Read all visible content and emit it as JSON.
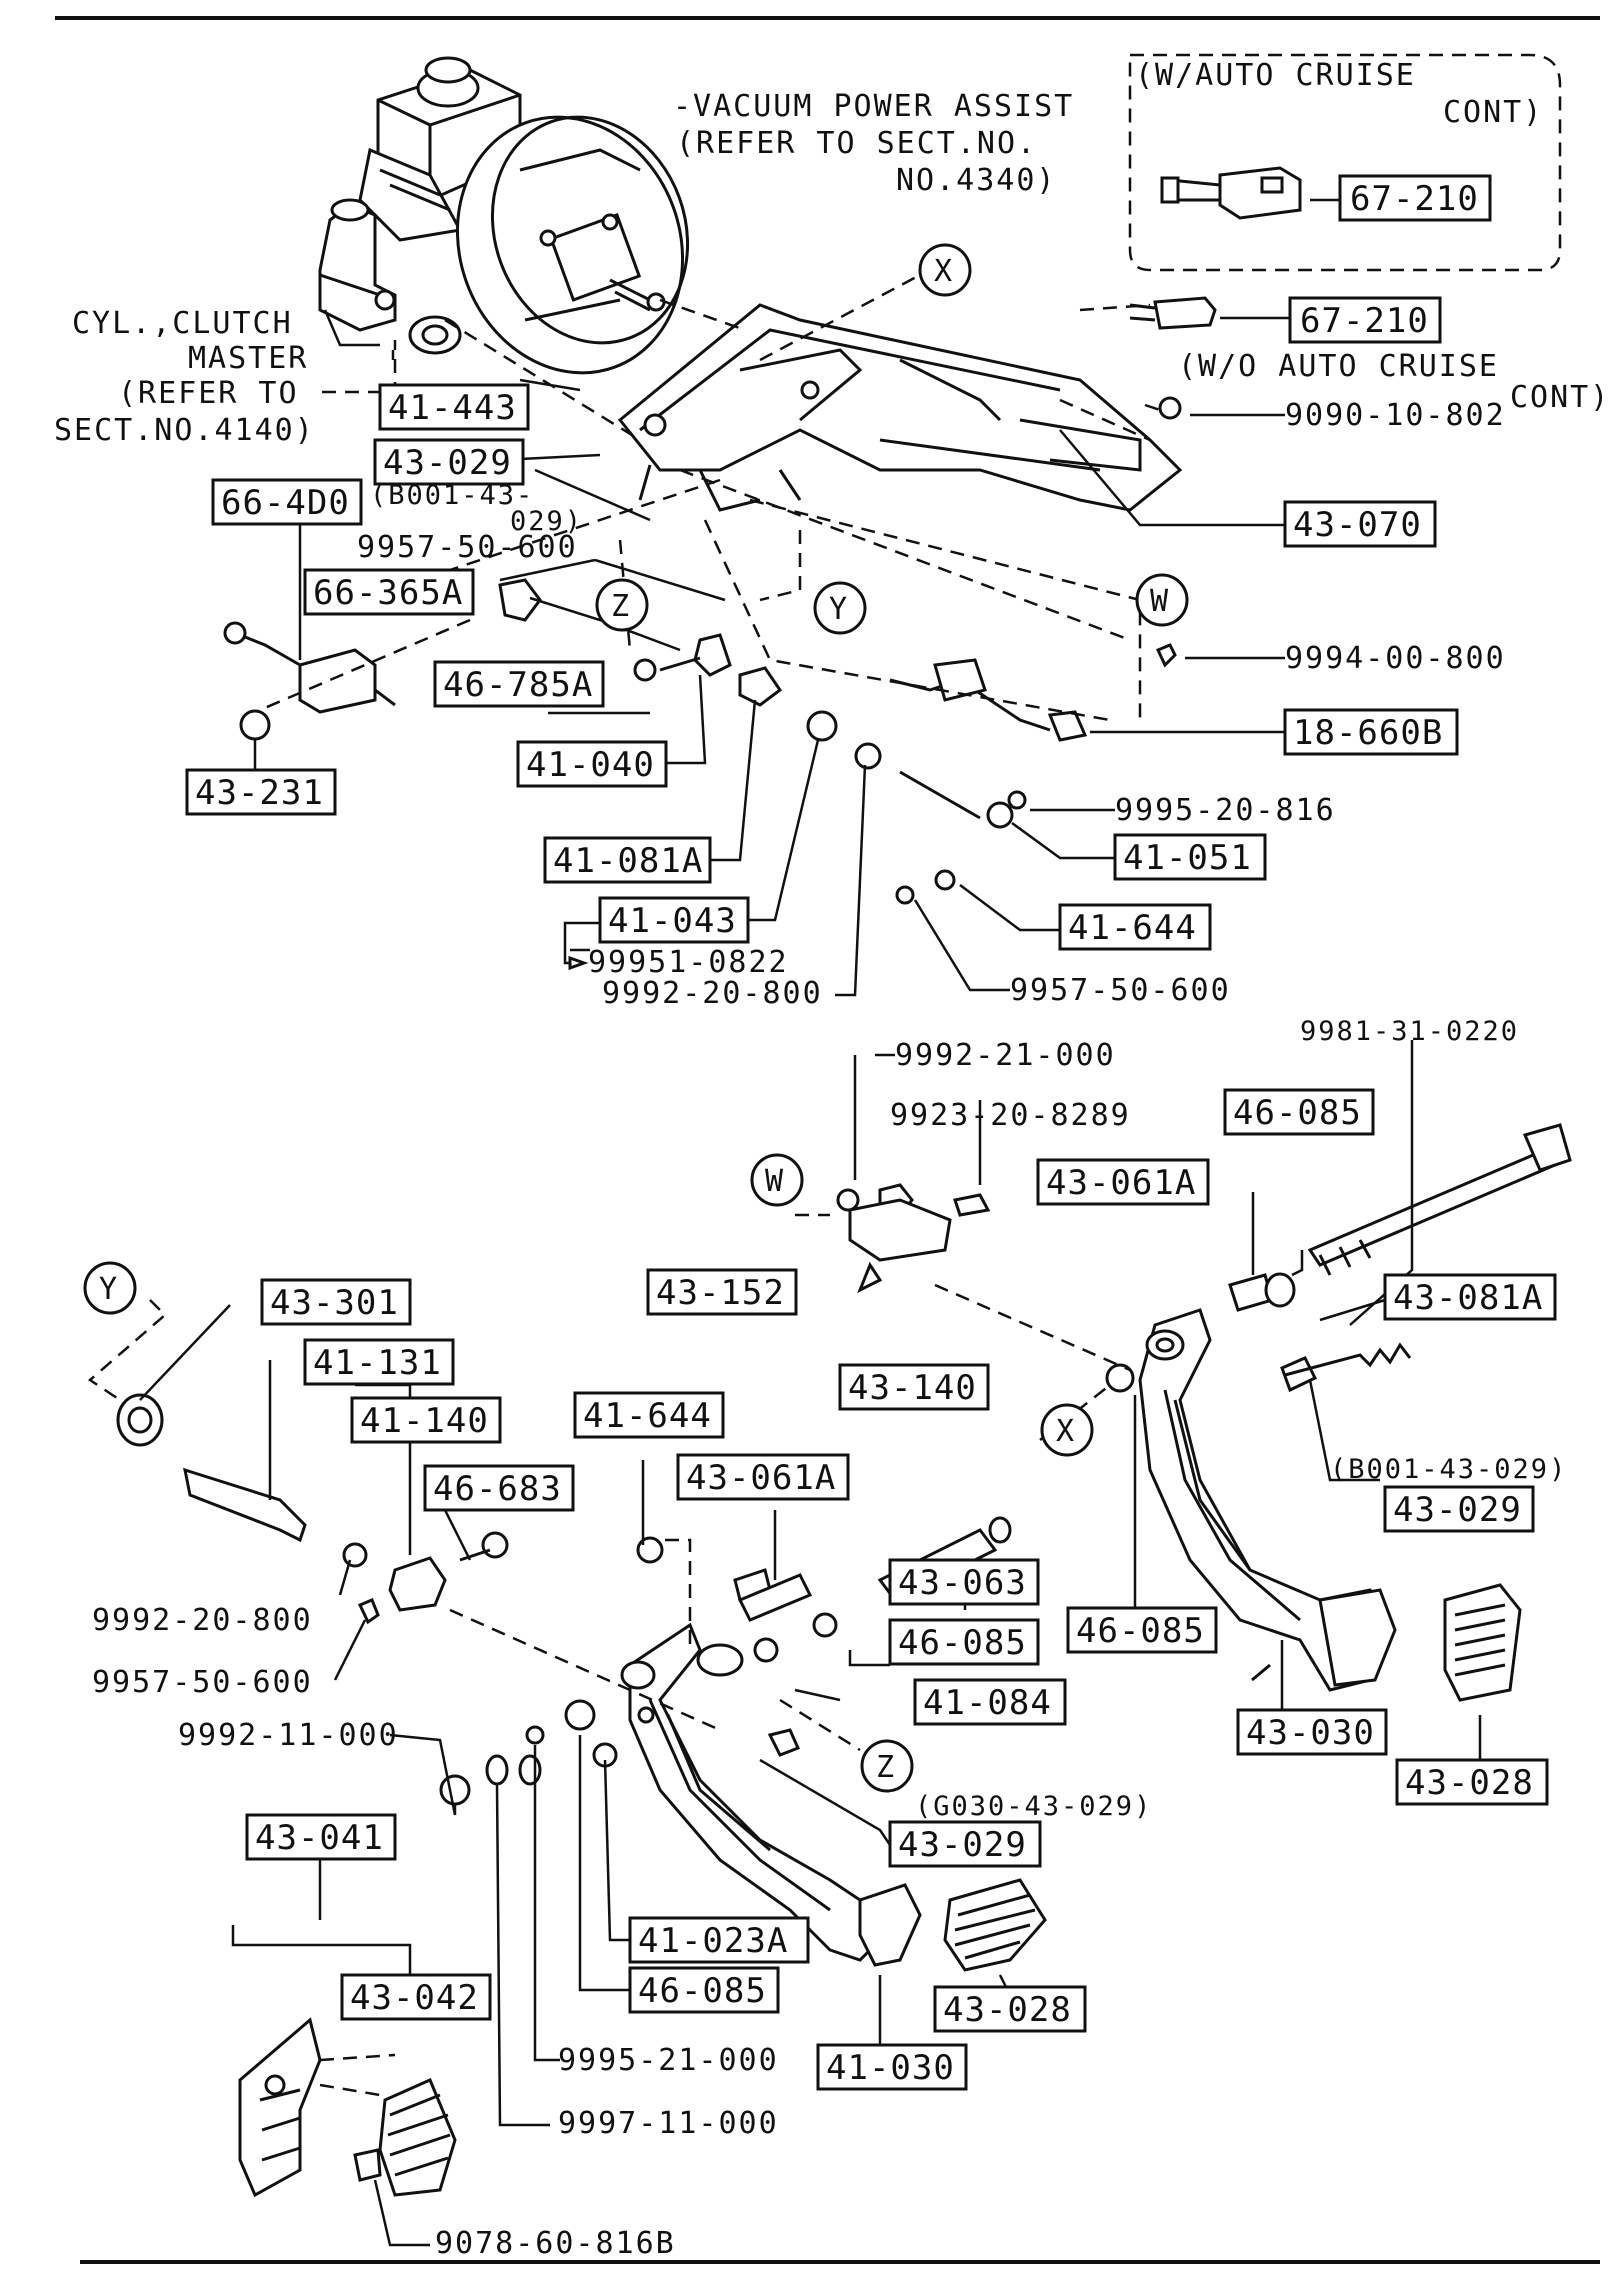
{
  "callouts": {
    "vacuum": [
      "-VACUUM POWER ASSIST",
      "(REFER TO SECT.NO.",
      "NO.4340)"
    ],
    "w_auto_cruise": [
      "(W/AUTO CRUISE",
      "CONT)"
    ],
    "wo_auto_cruise": [
      "(W/O AUTO CRUISE",
      "CONT)"
    ],
    "clutch_master": [
      "CYL.,CLUTCH",
      "MASTER",
      "(REFER TO",
      "SECT.NO.4140)"
    ]
  },
  "markers": [
    "X",
    "Y",
    "Z",
    "W"
  ],
  "boxed_parts": [
    "67-210",
    "67-210",
    "41-443",
    "43-029",
    "66-4D0",
    "66-365A",
    "43-070",
    "46-785A",
    "18-660B",
    "41-040",
    "43-231",
    "41-051",
    "41-081A",
    "41-043",
    "41-644",
    "46-085",
    "43-061A",
    "43-301",
    "43-152",
    "43-081A",
    "41-131",
    "43-140",
    "41-140",
    "41-644",
    "43-061A",
    "46-683",
    "43-029",
    "43-063",
    "46-085",
    "46-085",
    "41-084",
    "43-030",
    "43-028",
    "43-029",
    "43-041",
    "41-023A",
    "46-085",
    "43-042",
    "43-028",
    "41-030"
  ],
  "plain_parts": [
    "9090-10-802",
    "9957-50-600",
    "9994-00-800",
    "9995-20-816",
    "99951-0822",
    "9992-20-800",
    "9957-50-600",
    "9992-21-000",
    "9981-31-0220",
    "9923-20-8289",
    "9992-20-800",
    "9957-50-600",
    "9992-11-000",
    "9995-21-000",
    "9997-11-000",
    "9078-60-816B"
  ],
  "notes": [
    "(B001-43-",
    "029)",
    "(B001-43-029)",
    "(G030-43-029)"
  ]
}
